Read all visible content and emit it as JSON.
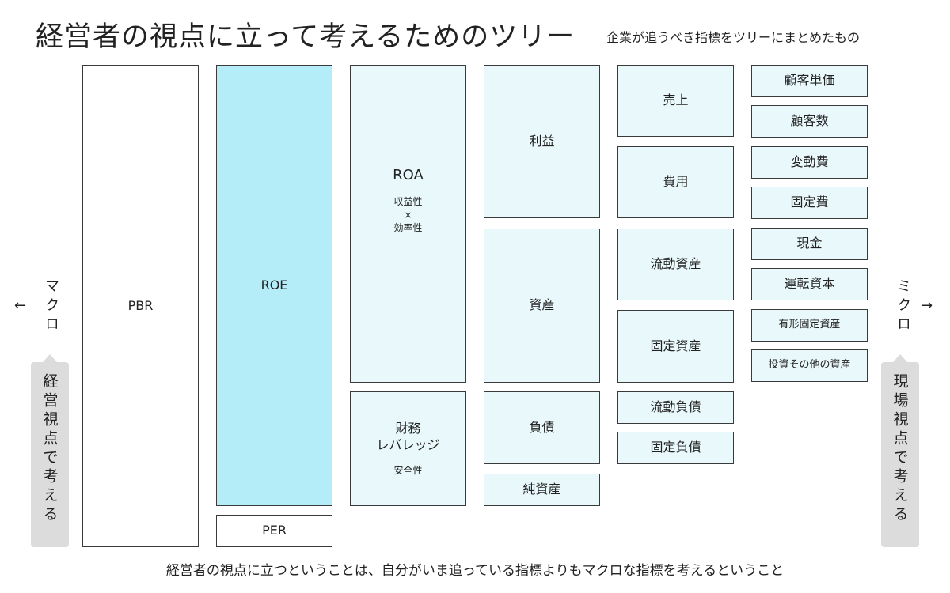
{
  "title": "経営者の視点に立って考えるためのツリー",
  "subtitle": "企業が追うべき指標をツリーにまとめたもの",
  "columns": {
    "col1": {
      "pbr": "PBR"
    },
    "col2": {
      "roe": "ROE",
      "per": "PER"
    },
    "col3": {
      "roa": "ROA",
      "roa_sub": [
        "収益性",
        "×",
        "効率性"
      ],
      "leverage": [
        "財務",
        "レバレッジ"
      ],
      "leverage_sub": "安全性"
    },
    "col4": {
      "profit": "利益",
      "assets": "資産",
      "liabilities": "負債",
      "net_assets": "純資産"
    },
    "col5": {
      "sales": "売上",
      "cost": "費用",
      "current_assets": "流動資産",
      "fixed_assets": "固定資産",
      "current_liabilities": "流動負債",
      "fixed_liabilities": "固定負債"
    },
    "col6": {
      "unit_price": "顧客単価",
      "customers": "顧客数",
      "variable_cost": "変動費",
      "fixed_cost": "固定費",
      "cash": "現金",
      "working_capital": "運転資本",
      "tangible_fixed_assets": "有形固定資産",
      "investments_other": "投資その他の資産"
    }
  },
  "left_side": {
    "arrow": "←",
    "label": "マクロ",
    "tag": "経営視点で考える"
  },
  "right_side": {
    "arrow": "→",
    "label": "ミクロ",
    "tag": "現場視点で考える"
  },
  "caption": "経営者の視点に立つということは、自分がいま追っている指標よりもマクロな指標を考えるということ",
  "colors": {
    "roe_fill": "#b4ecf7",
    "box_fill": "#e9f8fb",
    "tag_fill": "#dcdcdc",
    "border": "#3a3a3a"
  }
}
